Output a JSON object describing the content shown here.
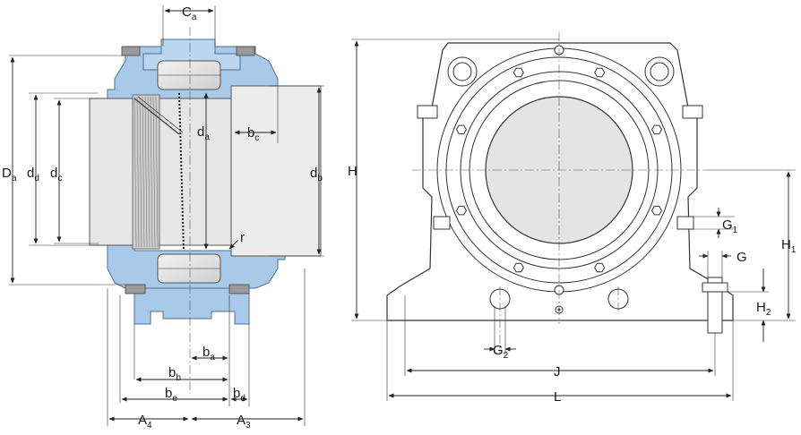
{
  "side_view": {
    "labels": {
      "Ca": [
        "C",
        "a"
      ],
      "Da": [
        "D",
        "a"
      ],
      "dd": [
        "d",
        "d"
      ],
      "dc": [
        "d",
        "c"
      ],
      "da": [
        "d",
        "a"
      ],
      "bc": [
        "b",
        "c"
      ],
      "db": [
        "d",
        "b"
      ],
      "r": [
        "r",
        ""
      ],
      "ba": [
        "b",
        "a"
      ],
      "bb": [
        "b",
        "b"
      ],
      "be": [
        "b",
        "e"
      ],
      "bd": [
        "b",
        "d"
      ],
      "A4": [
        "A",
        "4"
      ],
      "A3": [
        "A",
        "3"
      ]
    }
  },
  "front_view": {
    "labels": {
      "H": [
        "H",
        ""
      ],
      "H1": [
        "H",
        "1"
      ],
      "G1": [
        "G",
        "1"
      ],
      "G": [
        "G",
        ""
      ],
      "H2": [
        "H",
        "2"
      ],
      "G2": [
        "G",
        "2"
      ],
      "J": [
        "J",
        ""
      ],
      "L": [
        "L",
        ""
      ]
    }
  },
  "colors": {
    "housing": "#a9c9e9",
    "housing_edge": "#4a6f97",
    "shaft": "#e6e6e6"
  }
}
